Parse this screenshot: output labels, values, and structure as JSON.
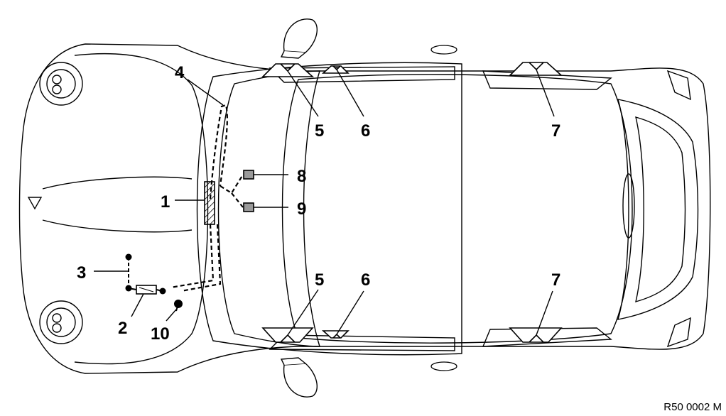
{
  "callouts": {
    "c1": "1",
    "c2": "2",
    "c3": "3",
    "c4": "4",
    "c5_top": "5",
    "c6_top": "6",
    "c7_top": "7",
    "c8": "8",
    "c9": "9",
    "c5_bottom": "5",
    "c6_bottom": "6",
    "c7_bottom": "7",
    "c10": "10"
  },
  "reference": "R50 0002 M",
  "colors": {
    "line": "#000000",
    "background": "#ffffff",
    "module_fill": "#9a9a9a"
  }
}
